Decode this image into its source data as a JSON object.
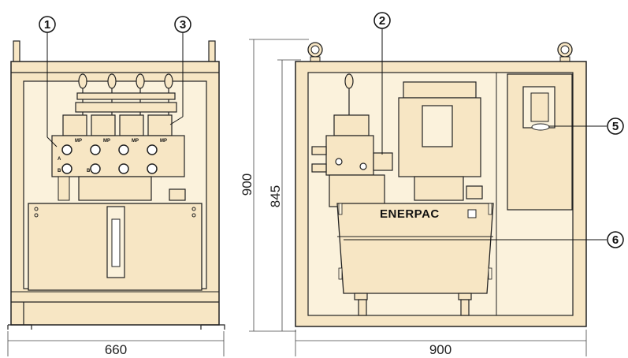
{
  "dimensions": {
    "left_width": "660",
    "right_width": "900",
    "total_height": "900",
    "frame_height": "845"
  },
  "callouts": [
    "1",
    "2",
    "3",
    "5",
    "6"
  ],
  "valve_port_labels": {
    "mp": "MP",
    "a": "A",
    "b": "B"
  },
  "brand": "ENERPAC",
  "colors": {
    "frame_fill": "#f7e6c4",
    "panel_fill": "#fbf2dc",
    "outline": "#222222"
  }
}
